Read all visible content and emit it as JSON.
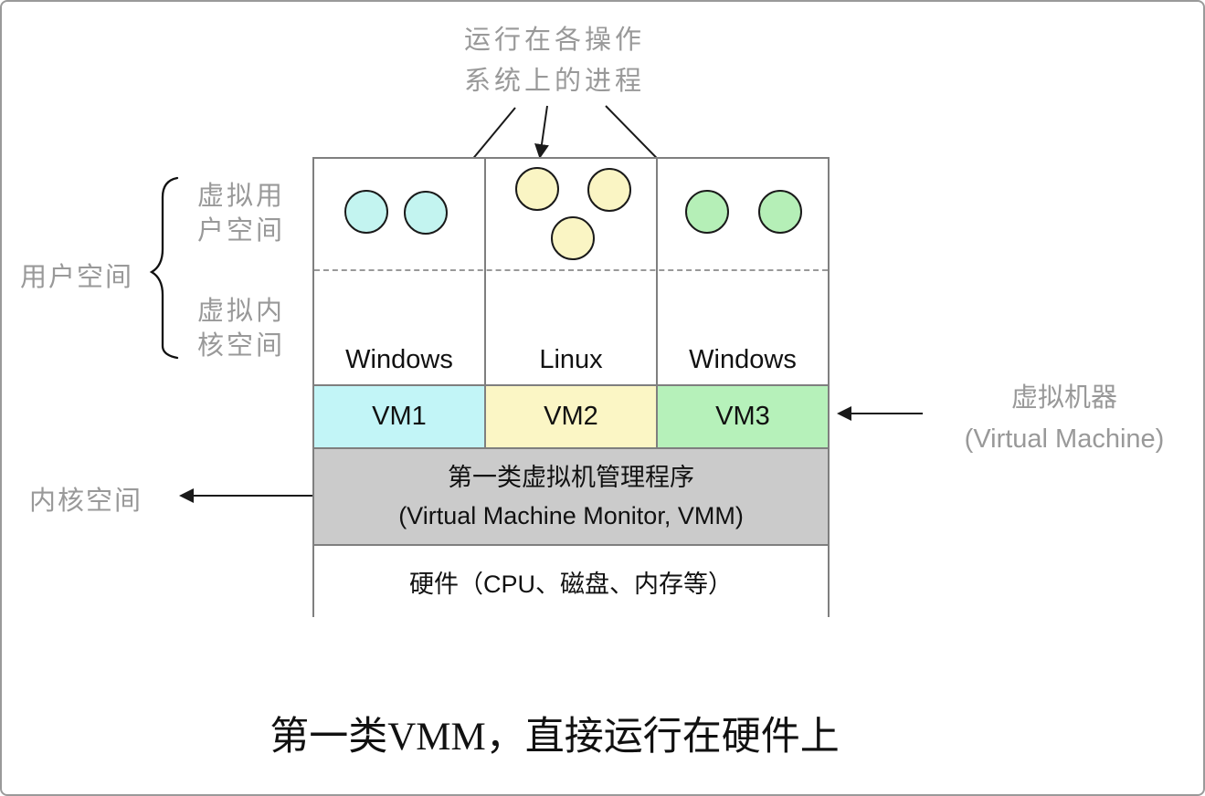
{
  "top_annotation": {
    "line1": "运行在各操作",
    "line2": "系统上的进程"
  },
  "left_labels": {
    "user_space": "用户空间",
    "virtual_user_space_line1": "虚拟用",
    "virtual_user_space_line2": "户空间",
    "virtual_kernel_space_line1": "虚拟内",
    "virtual_kernel_space_line2": "核空间",
    "kernel_space": "内核空间"
  },
  "right_label": {
    "line1": "虚拟机器",
    "line2": "(Virtual Machine)"
  },
  "diagram": {
    "os_columns": [
      {
        "name": "Windows",
        "process_count": 2,
        "process_color": "#c3f4f0"
      },
      {
        "name": "Linux",
        "process_count": 3,
        "process_color": "#faf5c4"
      },
      {
        "name": "Windows",
        "process_count": 2,
        "process_color": "#b5efb7"
      }
    ],
    "vm_cells": [
      {
        "label": "VM1",
        "color": "#c2f5f7"
      },
      {
        "label": "VM2",
        "color": "#fbf6c5"
      },
      {
        "label": "VM3",
        "color": "#b6f1ba"
      }
    ],
    "vmm_line1": "第一类虚拟机管理程序",
    "vmm_line2": "(Virtual Machine Monitor, VMM)",
    "hardware_label": "硬件（CPU、磁盘、内存等）",
    "vmm_bar_color": "#cbcbcb",
    "border_color": "#7f7f7f"
  },
  "caption": "第一类VMM，直接运行在硬件上",
  "annotation_text_color": "#999999"
}
